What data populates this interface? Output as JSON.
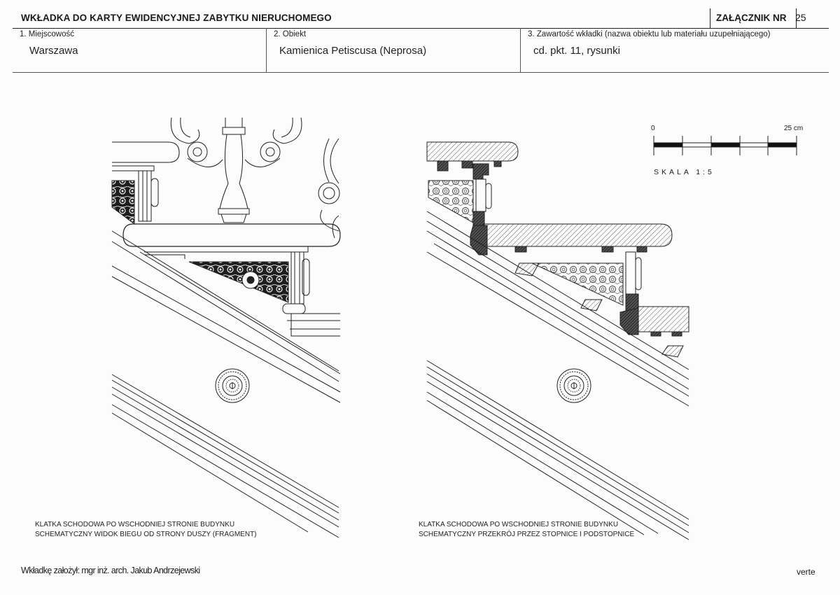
{
  "header": {
    "title": "WKŁADKA DO KARTY EWIDENCYJNEJ ZABYTKU NIERUCHOMEGO",
    "annex_label": "ZAŁĄCZNIK NR",
    "annex_number": "25"
  },
  "fields": [
    {
      "label": "1. Miejscowość",
      "value": "Warszawa"
    },
    {
      "label": "2. Obiekt",
      "value": "Kamienica Petiscusa (Neprosa)"
    },
    {
      "label": "3. Zawartość wkładki (nazwa obiektu lub materiału uzupełniającego)",
      "value": "cd. pkt. 11, rysunki"
    }
  ],
  "scale_bar": {
    "start_label": "0",
    "end_label": "25 cm",
    "scale_text": "SKALA 1:5"
  },
  "captions": {
    "left": [
      "KLATKA SCHODOWA PO WSCHODNIEJ STRONIE BUDYNKU",
      "SCHEMATYCZNY WIDOK BIEGU OD STRONY DUSZY (FRAGMENT)"
    ],
    "right": [
      "KLATKA SCHODOWA PO WSCHODNIEJ STRONIE BUDYNKU",
      "SCHEMATYCZNY PRZEKRÓJ PRZEZ STOPNICE I PODSTOPNICE"
    ]
  },
  "footer": {
    "author": "Wkładkę założył: mgr inż. arch. Jakub Andrzejewski",
    "verte": "verte"
  }
}
